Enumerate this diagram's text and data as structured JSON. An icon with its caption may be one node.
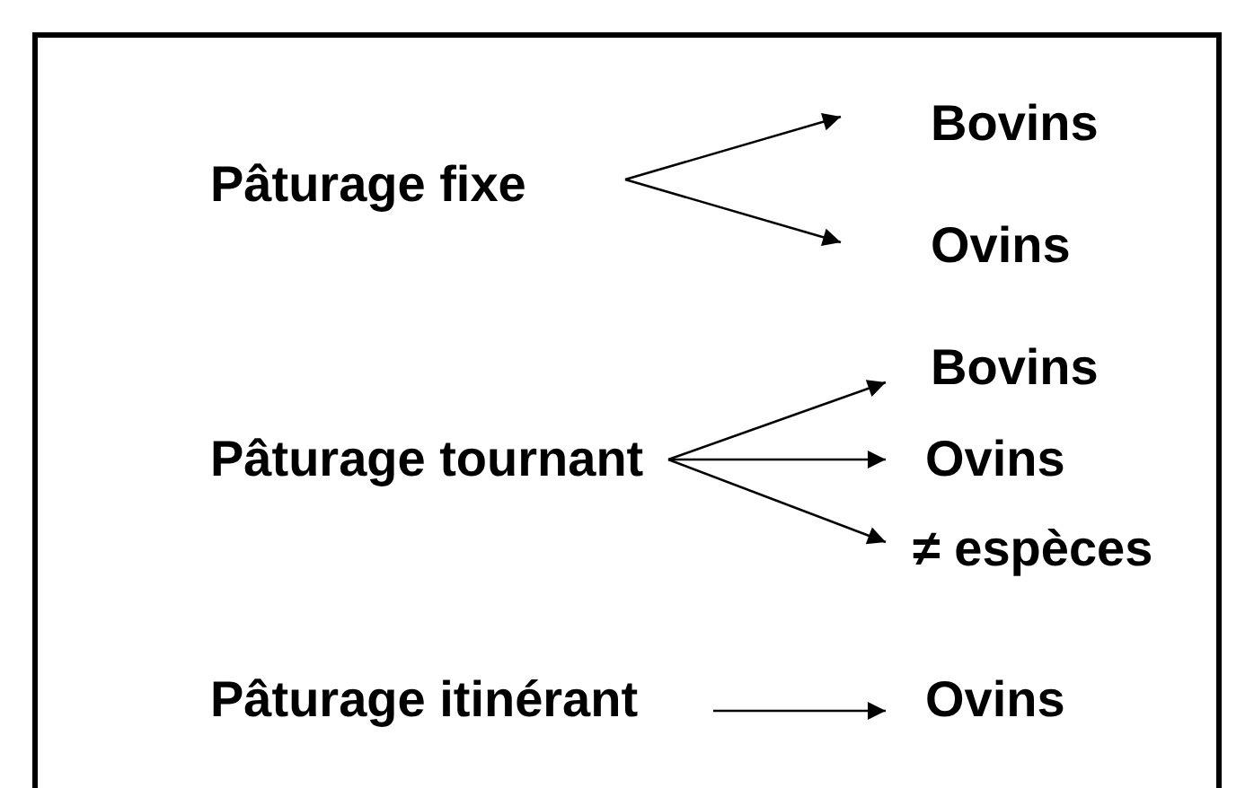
{
  "diagram": {
    "nodes": [
      {
        "text": [
          "Pâturage fixe"
        ]
      },
      {
        "text": [
          "Bovins"
        ]
      },
      {
        "text": [
          "Ovins"
        ]
      },
      {
        "text": [
          "Pâturage tournant"
        ]
      },
      {
        "text": [
          "Bovins"
        ]
      },
      {
        "text": [
          "Ovins"
        ]
      },
      {
        "text": [
          "≠ espèces"
        ]
      },
      {
        "text": [
          "Pâturage itinérant"
        ]
      },
      {
        "text": [
          "Ovins"
        ]
      }
    ],
    "edges": [
      {
        "from": 0,
        "to": 1,
        "arrow": "to"
      },
      {
        "from": 0,
        "to": 2,
        "arrow": "to"
      },
      {
        "from": 3,
        "to": 4,
        "arrow": "to"
      },
      {
        "from": 3,
        "to": 5,
        "arrow": "to"
      },
      {
        "from": 3,
        "to": 6,
        "arrow": "to"
      },
      {
        "from": 7,
        "to": 8,
        "arrow": "to"
      }
    ]
  }
}
